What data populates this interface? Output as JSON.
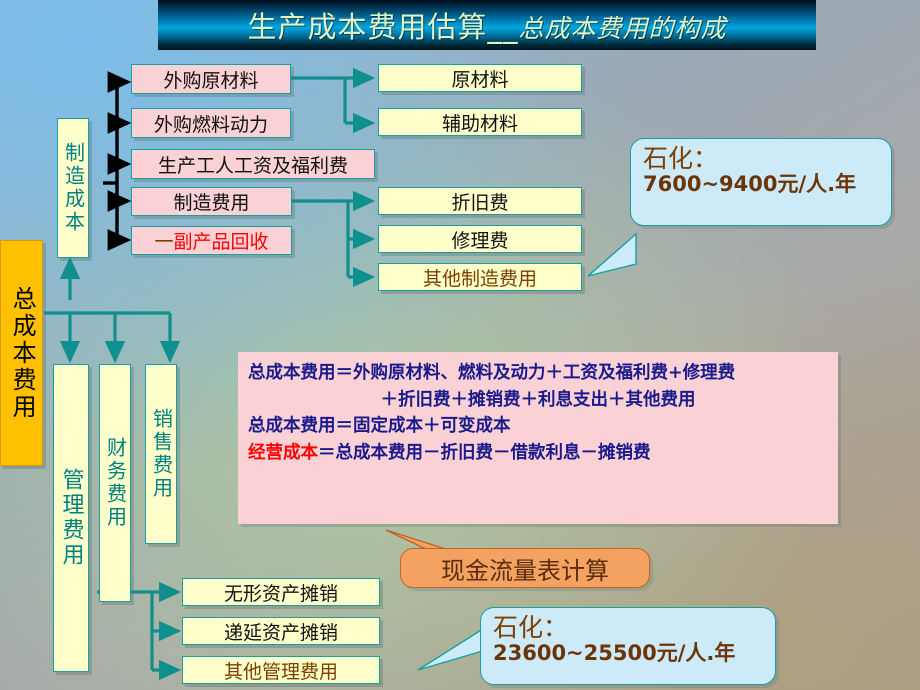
{
  "banner": {
    "main": "生产成本费用估算",
    "underscore": "__",
    "sub": "总成本费用的构成"
  },
  "colors": {
    "banner_cyan": "#00a7dd",
    "banner_text": "#ddf3c8",
    "pink_box": "#fad2d5",
    "yellow_box": "#ffffcc",
    "gold_box": "#ffc000",
    "teal_line": "#108f8f",
    "callout_blue": "#cdeaf9",
    "callout_orange": "#f4a261",
    "brown_text": "#7b3f00",
    "red_text": "#ff0000",
    "formula_blue": "#1a1a8c"
  },
  "root": {
    "manufacturing_cost": "制造成本",
    "total_cost": "总成本费用"
  },
  "manufacturing_items": [
    {
      "label": "外购原材料",
      "style": "pink"
    },
    {
      "label": "外购燃料动力",
      "style": "pink"
    },
    {
      "label": "生产工人工资及福利费",
      "style": "pink"
    },
    {
      "label": "制造费用",
      "style": "pink"
    },
    {
      "label_prefix": "一",
      "label": "副产品回收",
      "style": "pink-red"
    }
  ],
  "material_children": [
    {
      "label": "原材料"
    },
    {
      "label": "辅助材料"
    }
  ],
  "overhead_children": [
    {
      "label": "折旧费",
      "style": "black"
    },
    {
      "label": "修理费",
      "style": "black"
    },
    {
      "label": "其他制造费用",
      "style": "brown"
    }
  ],
  "period_costs": [
    {
      "label": "管理费用"
    },
    {
      "label": "财务费用"
    },
    {
      "label": "销售费用"
    }
  ],
  "admin_children": [
    {
      "label": "无形资产摊销",
      "style": "black"
    },
    {
      "label": "递延资产摊销",
      "style": "black"
    },
    {
      "label": "其他管理费用",
      "style": "brown"
    }
  ],
  "formula": {
    "line1": "总成本费用＝外购原材料、燃料及动力＋工资及福利费+修理费",
    "line2": "＋折旧费＋摊销费＋利息支出＋其他费用",
    "line3": "总成本费用＝固定成本＋可变成本",
    "line4_em": "经营成本",
    "line4_rest": "＝总成本费用－折旧费－借款利息－摊销费"
  },
  "callouts": {
    "top": {
      "title": "石化：",
      "value": "7600~9400元/人.年"
    },
    "bottom": {
      "title": "石化：",
      "value": "23600~25500元/人.年"
    },
    "cashflow": {
      "label": "现金流量表计算"
    }
  }
}
